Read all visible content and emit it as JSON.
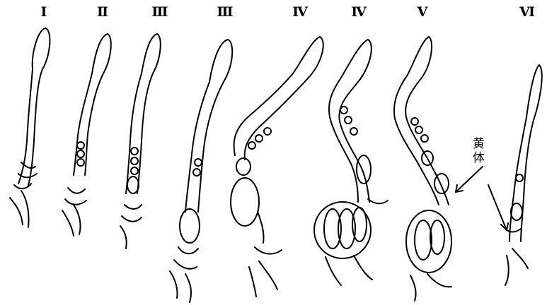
{
  "stages": [
    {
      "label": "Ⅰ"
    },
    {
      "label": "Ⅱ"
    },
    {
      "label": "Ⅲ"
    },
    {
      "label": "Ⅲ"
    },
    {
      "label": "Ⅳ"
    },
    {
      "label": "Ⅳ"
    },
    {
      "label": "Ⅴ"
    },
    {
      "label": "Ⅵ"
    }
  ],
  "annotation": {
    "text": "黄\n体"
  },
  "colors": {
    "ink": "#000000",
    "background": "#ffffff"
  }
}
